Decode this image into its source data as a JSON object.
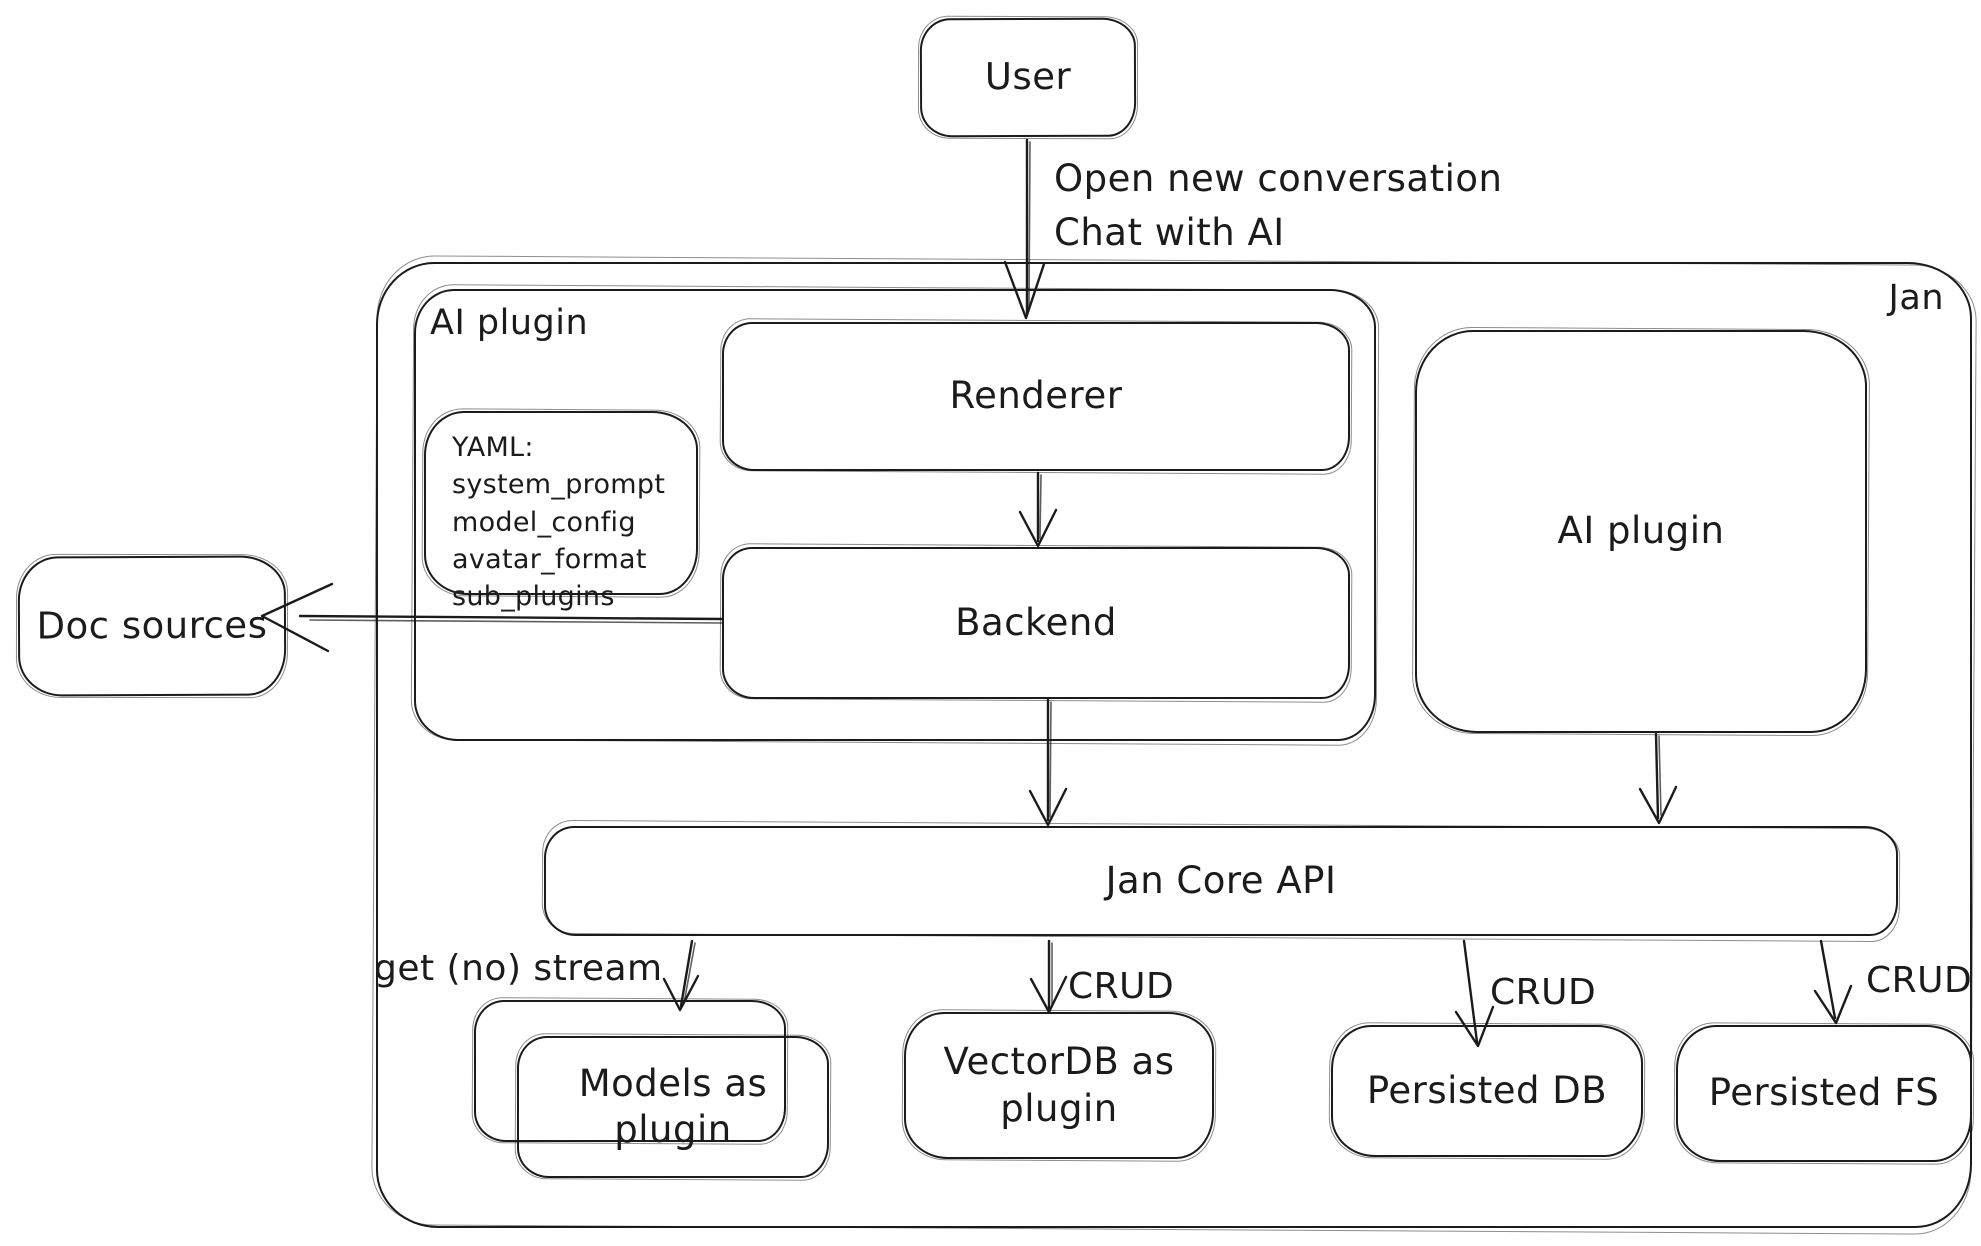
{
  "colors": {
    "stroke": "#1b1b1b",
    "background": "#ffffff"
  },
  "diagram_title": "Jan",
  "nodes": {
    "user": {
      "label": "User"
    },
    "jan": {
      "label": "Jan"
    },
    "ai_plugin_group": {
      "label": "AI plugin"
    },
    "renderer": {
      "label": "Renderer"
    },
    "backend": {
      "label": "Backend"
    },
    "yaml_note": {
      "lines": [
        "YAML:",
        "system_prompt",
        "model_config",
        "avatar_format",
        "sub_plugins"
      ]
    },
    "ai_plugin_right": {
      "label": "AI plugin"
    },
    "doc_sources": {
      "label": "Doc sources"
    },
    "jan_core_api": {
      "label": "Jan Core API"
    },
    "models_plugin": {
      "label": "Models as plugin"
    },
    "vectordb_plugin": {
      "label": "VectorDB as plugin"
    },
    "persisted_db": {
      "label": "Persisted DB"
    },
    "persisted_fs": {
      "label": "Persisted FS"
    }
  },
  "edge_labels": {
    "user_to_renderer": [
      "Open new conversation",
      "Chat with AI"
    ],
    "get_no_stream": "get (no) stream",
    "crud_vectordb": "CRUD",
    "crud_persisted_db": "CRUD",
    "crud_persisted_fs": "CRUD"
  }
}
